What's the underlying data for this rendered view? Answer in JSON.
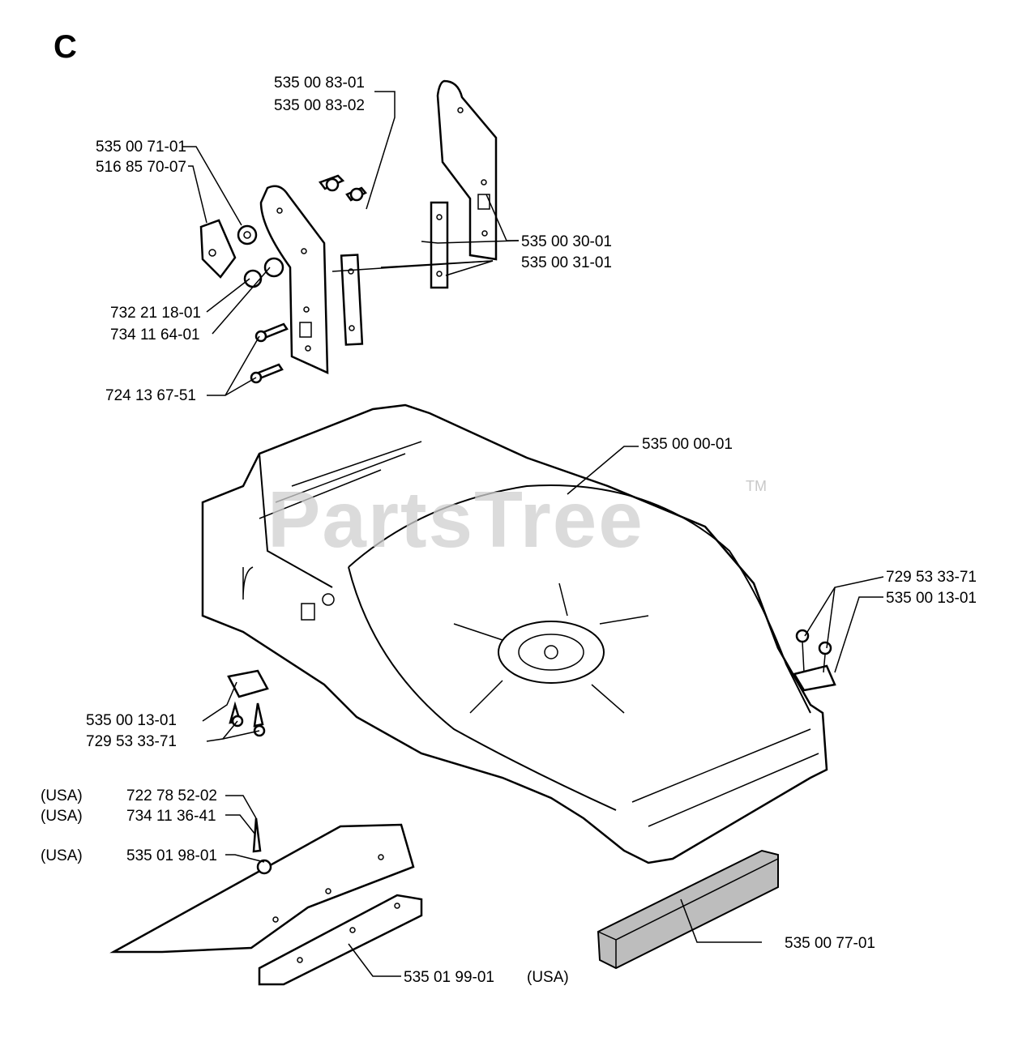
{
  "diagram": {
    "section_letter": "C",
    "watermark": "PartsTree",
    "trademark": "TM",
    "labels": {
      "p535008301": "535 00 83-01",
      "p535008302": "535 00 83-02",
      "p535007101": "535 00 71-01",
      "p516857007": "516 85 70-07",
      "p732211801": "732 21 18-01",
      "p734116401": "734 11 64-01",
      "p724136751": "724 13 67-51",
      "p535003001": "535 00 30-01",
      "p535003101": "535 00 31-01",
      "p535000001": "535 00 00-01",
      "p729533371_right": "729 53 33-71",
      "p535001301_right": "535 00 13-01",
      "p535001301_left": "535 00 13-01",
      "p729533371_left": "729 53 33-71",
      "p722785202": "722 78 52-02",
      "p734113641": "734 11 36-41",
      "p535019801": "535 01 98-01",
      "p535019901": "535 01 99-01",
      "p535007701": "535 00 77-01",
      "usa1": "(USA)",
      "usa2": "(USA)",
      "usa3": "(USA)",
      "usa4": "(USA)"
    }
  }
}
